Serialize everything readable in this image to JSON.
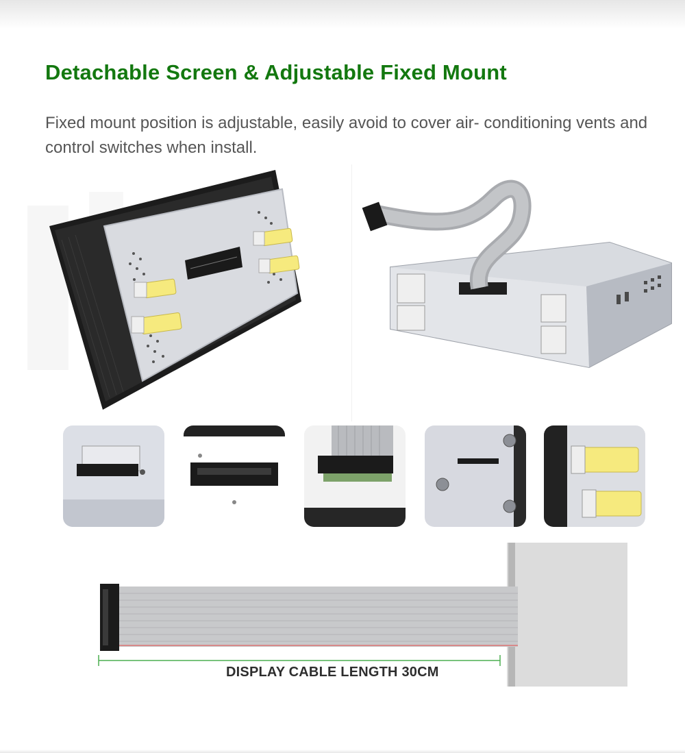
{
  "header": {
    "title": "Detachable Screen & Adjustable Fixed Mount",
    "description": "Fixed mount position is adjustable, easily avoid to cover air- conditioning vents and control switches when install."
  },
  "diagram": {
    "cable_label": "DISPLAY CABLE LENGTH 30CM"
  },
  "colors": {
    "accent": "#13780f",
    "text": "#555555",
    "mount_yellow": "#f6ea7e",
    "frame_black": "#1b1b1b",
    "panel_metal": "#d9dbe0"
  }
}
